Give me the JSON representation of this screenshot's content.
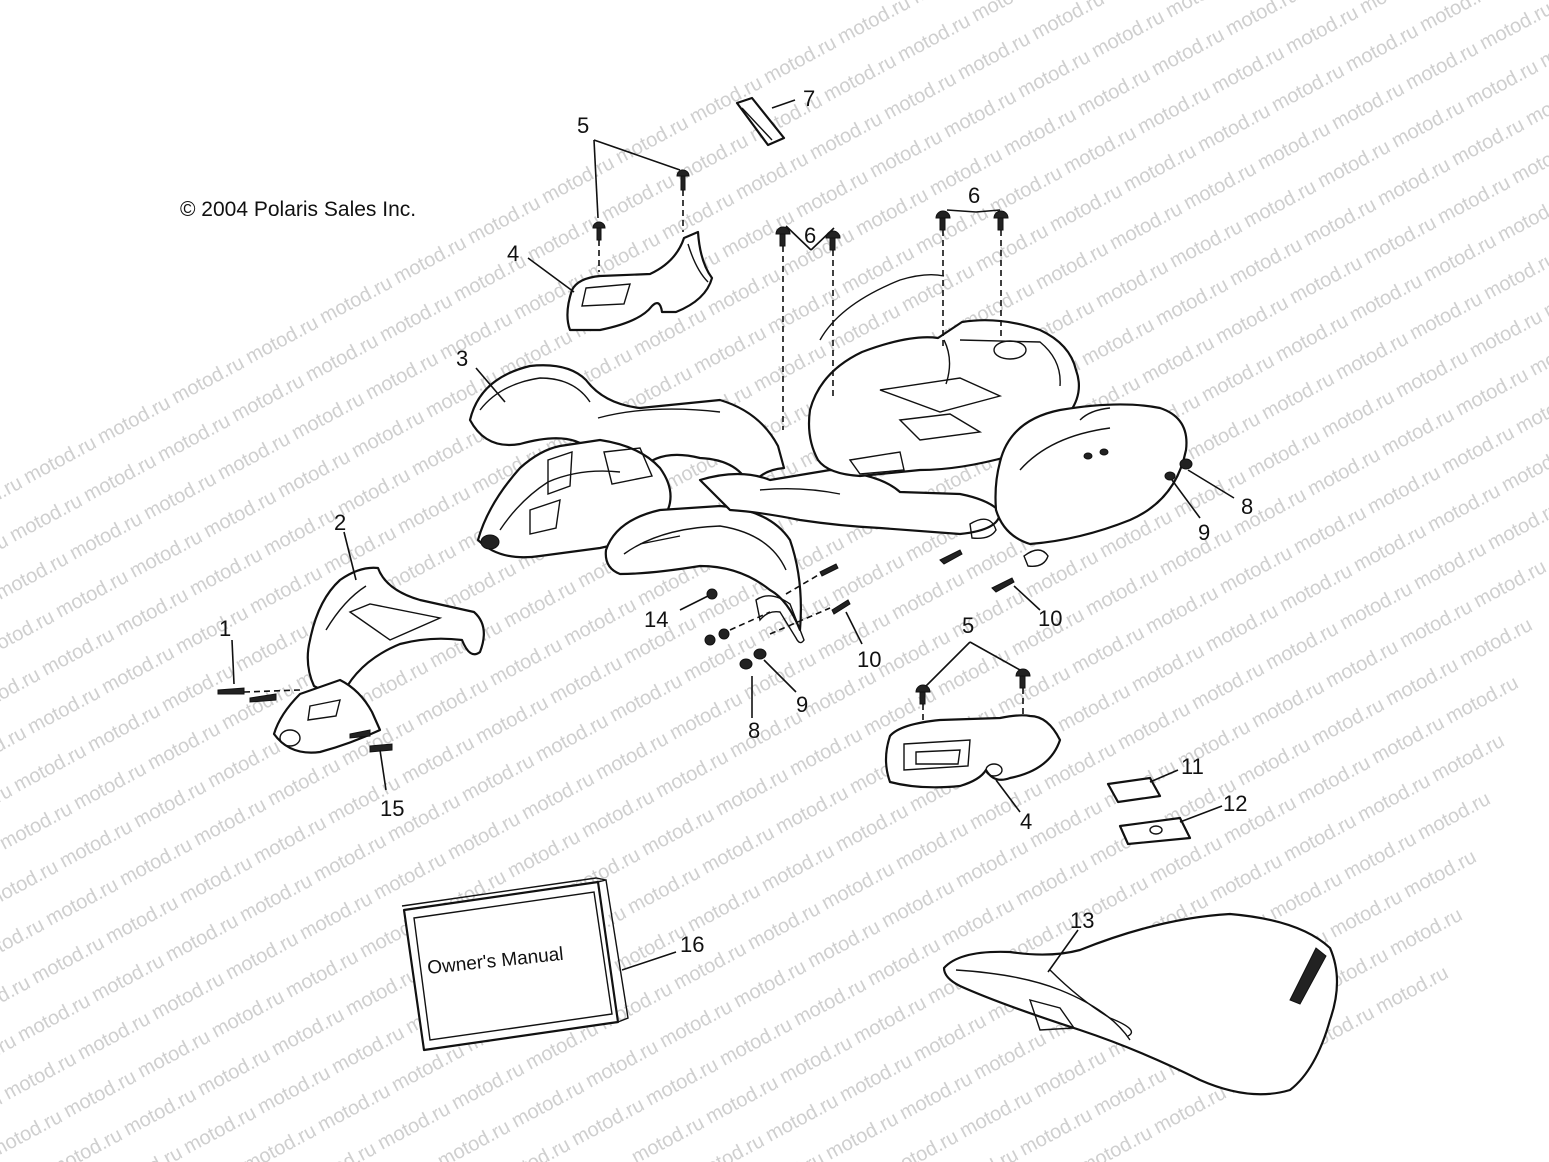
{
  "copyright": "© 2004 Polaris Sales Inc.",
  "watermark": "motod.ru",
  "manual_label": "Owner's Manual",
  "callouts": {
    "c1": "1",
    "c2": "2",
    "c3": "3",
    "c4a": "4",
    "c4b": "4",
    "c5a": "5",
    "c5b": "5",
    "c6a": "6",
    "c6b": "6",
    "c7": "7",
    "c8a": "8",
    "c8b": "8",
    "c9a": "9",
    "c9b": "9",
    "c10a": "10",
    "c10b": "10",
    "c11": "11",
    "c12": "12",
    "c13": "13",
    "c14": "14",
    "c15": "15",
    "c16": "16"
  }
}
